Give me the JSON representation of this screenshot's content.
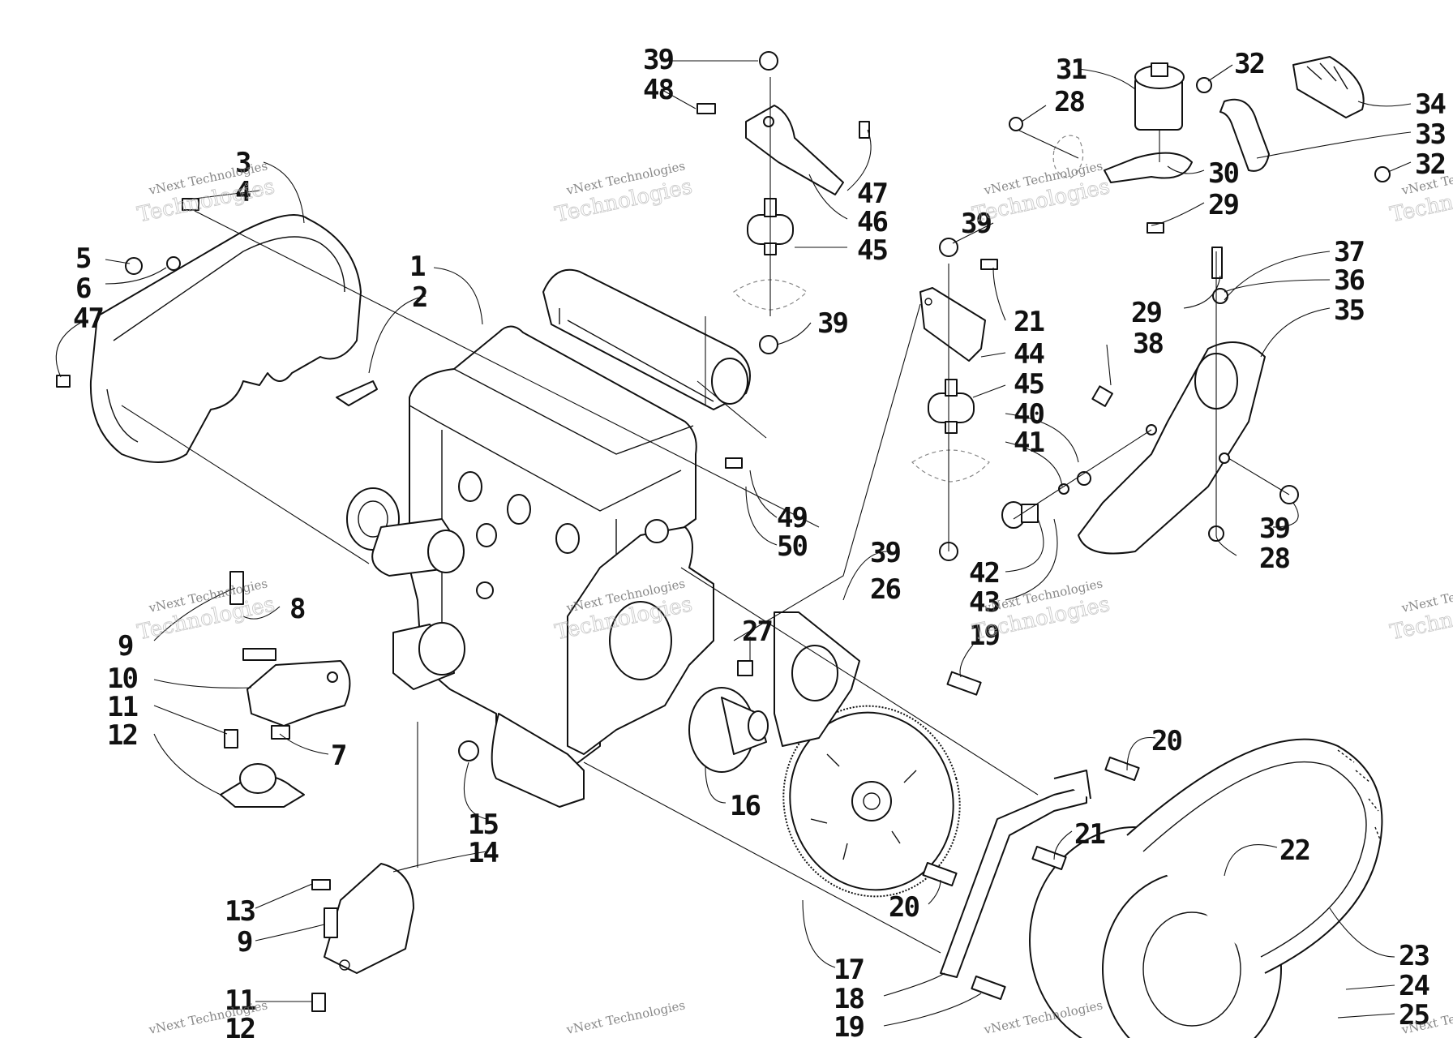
{
  "callouts": [
    {
      "label": "1"
    },
    {
      "label": "2"
    },
    {
      "label": "3"
    },
    {
      "label": "4"
    },
    {
      "label": "5"
    },
    {
      "label": "6"
    },
    {
      "label": "47"
    },
    {
      "label": "39"
    },
    {
      "label": "48"
    },
    {
      "label": "47"
    },
    {
      "label": "46"
    },
    {
      "label": "45"
    },
    {
      "label": "39"
    },
    {
      "label": "49"
    },
    {
      "label": "50"
    },
    {
      "label": "31"
    },
    {
      "label": "32"
    },
    {
      "label": "28"
    },
    {
      "label": "34"
    },
    {
      "label": "33"
    },
    {
      "label": "32"
    },
    {
      "label": "30"
    },
    {
      "label": "29"
    },
    {
      "label": "39"
    },
    {
      "label": "21"
    },
    {
      "label": "44"
    },
    {
      "label": "45"
    },
    {
      "label": "40"
    },
    {
      "label": "41"
    },
    {
      "label": "37"
    },
    {
      "label": "36"
    },
    {
      "label": "35"
    },
    {
      "label": "29"
    },
    {
      "label": "38"
    },
    {
      "label": "39"
    },
    {
      "label": "28"
    },
    {
      "label": "42"
    },
    {
      "label": "43"
    },
    {
      "label": "39"
    },
    {
      "label": "26"
    },
    {
      "label": "27"
    },
    {
      "label": "19"
    },
    {
      "label": "8"
    },
    {
      "label": "9"
    },
    {
      "label": "10"
    },
    {
      "label": "11"
    },
    {
      "label": "12"
    },
    {
      "label": "7"
    },
    {
      "label": "15"
    },
    {
      "label": "14"
    },
    {
      "label": "16"
    },
    {
      "label": "20"
    },
    {
      "label": "21"
    },
    {
      "label": "22"
    },
    {
      "label": "20"
    },
    {
      "label": "13"
    },
    {
      "label": "9"
    },
    {
      "label": "17"
    },
    {
      "label": "18"
    },
    {
      "label": "19"
    },
    {
      "label": "11"
    },
    {
      "label": "12"
    },
    {
      "label": "23"
    },
    {
      "label": "24"
    },
    {
      "label": "25"
    }
  ],
  "watermark": {
    "small": "vNext Technologies",
    "big": "Technologies"
  }
}
